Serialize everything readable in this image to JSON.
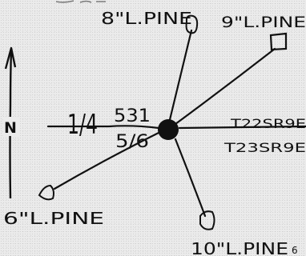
{
  "diagram": {
    "north_label": "N",
    "section_label": "1/4",
    "section_top": "531",
    "section_bottom": "5/6",
    "township_top": "T22SR9E",
    "township_bottom": "T23SR9E",
    "trees": [
      {
        "id": "nw",
        "label": "8\"L.PINE"
      },
      {
        "id": "ne",
        "label": "9\"L.PINE"
      },
      {
        "id": "sw",
        "label": "6\"L.PINE"
      },
      {
        "id": "s",
        "label": "10\"L.PINE"
      }
    ],
    "tree_suffix": "6",
    "colors": {
      "ink": "#111111",
      "paper": "#ebebeb"
    }
  }
}
